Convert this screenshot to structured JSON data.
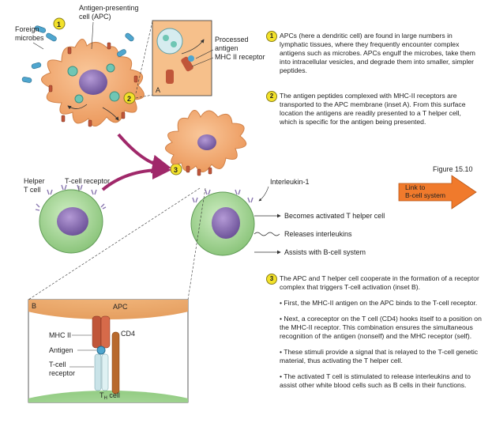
{
  "labels": {
    "foreign_microbes_1": "Foreign",
    "foreign_microbes_2": "microbes",
    "apc_1": "Antigen-presenting",
    "apc_2": "cell (APC)",
    "processed_1": "Processed",
    "processed_2": "antigen",
    "mhc_receptor": "MHC II receptor",
    "inset_a": "A",
    "helper_1": "Helper",
    "helper_2": "T cell",
    "tcell_receptor": "T-cell receptor",
    "interleukin": "Interleukin-1",
    "outcome_1": "Becomes activated T helper cell",
    "outcome_2": "Releases interleukins",
    "outcome_3": "Assists with B-cell system",
    "inset_b": "B",
    "inset_b_apc": "APC",
    "inset_b_mhc": "MHC II",
    "inset_b_cd4": "CD4",
    "inset_b_antigen": "Antigen",
    "inset_b_tcr_1": "T-cell",
    "inset_b_tcr_2": "receptor",
    "inset_b_th": "T",
    "inset_b_th_sub": "H",
    "inset_b_cell": " cell",
    "badge_1": "1",
    "badge_2": "2",
    "badge_3": "3"
  },
  "steps": {
    "step1": "APCs (here a dendritic cell) are found in large numbers in lymphatic tissues, where they frequently encounter complex antigens such as microbes. APCs engulf the microbes, take them into intracellular vesicles, and degrade them into smaller, simpler peptides.",
    "step2": "The antigen peptides complexed with MHC-II receptors are transported to the APC membrane (inset A). From this surface location the antigens are readily presented to a T helper cell, which is specific for the antigen being presented.",
    "step3": "The APC and T helper cell cooperate in the formation of a receptor complex that triggers T-cell activation (inset B).",
    "bullets": [
      "First, the MHC-II antigen on the APC binds to the T-cell receptor.",
      "Next, a coreceptor on the T cell (CD4) hooks itself to a position on the MHC-II receptor. This combination ensures the simultaneous recognition of the antigen (nonself) and the MHC receptor (self).",
      "These stimuli provide a signal that is relayed to the T-cell genetic material, thus activating the T helper cell.",
      "The activated T cell is stimulated to release interleukins and to assist other white blood cells such as B cells in their functions."
    ]
  },
  "figure": {
    "label": "Figure 15.10"
  },
  "link": {
    "line1": "Link to",
    "line2": "B-cell system"
  },
  "colors": {
    "apc": "#f2a870",
    "apc_edge": "#d2834a",
    "nucleus": "#8a6fb0",
    "tcell": "#a9d79a",
    "tcell_edge": "#5f9b55",
    "microbe": "#4fa6cf",
    "mhc": "#c0563a",
    "arrow": "#a0286a",
    "link_arrow": "#f07a2c",
    "badge": "#f3e22a"
  }
}
